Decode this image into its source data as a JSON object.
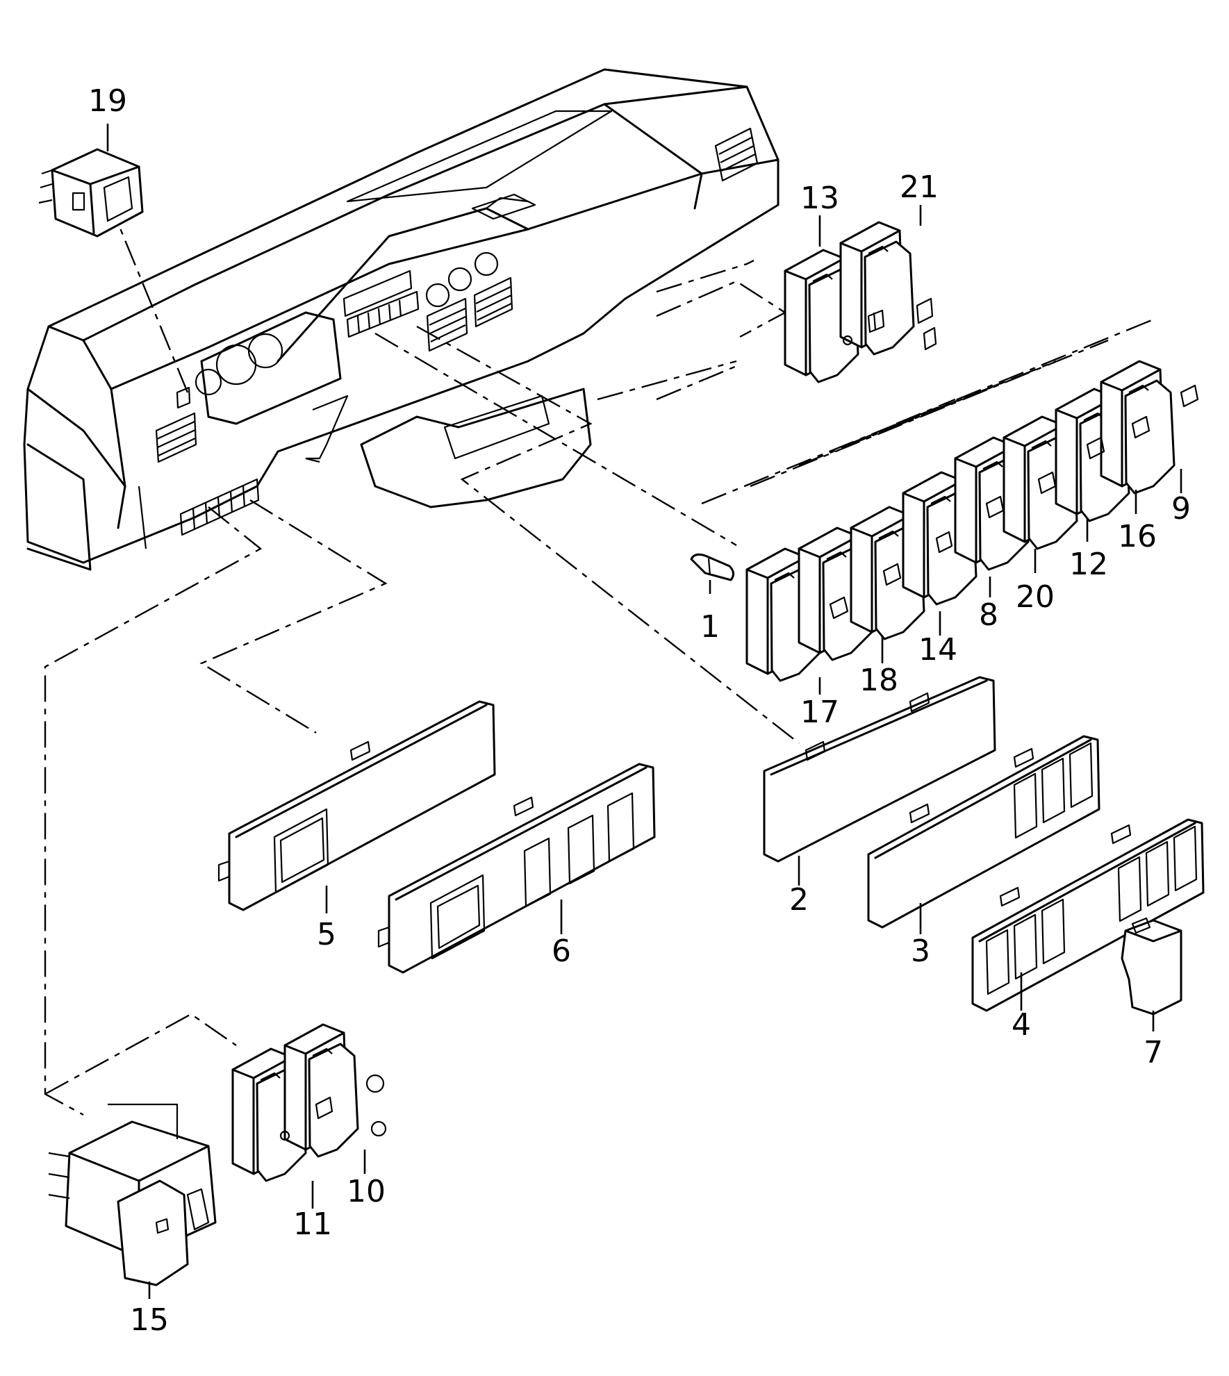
{
  "figure": {
    "callouts": [
      {
        "id": "c19",
        "label": "19"
      },
      {
        "id": "c13",
        "label": "13"
      },
      {
        "id": "c21",
        "label": "21"
      },
      {
        "id": "c1",
        "label": "1"
      },
      {
        "id": "c17",
        "label": "17"
      },
      {
        "id": "c18",
        "label": "18"
      },
      {
        "id": "c14",
        "label": "14"
      },
      {
        "id": "c8",
        "label": "8"
      },
      {
        "id": "c20",
        "label": "20"
      },
      {
        "id": "c12",
        "label": "12"
      },
      {
        "id": "c16",
        "label": "16"
      },
      {
        "id": "c9",
        "label": "9"
      },
      {
        "id": "c5",
        "label": "5"
      },
      {
        "id": "c6",
        "label": "6"
      },
      {
        "id": "c2",
        "label": "2"
      },
      {
        "id": "c3",
        "label": "3"
      },
      {
        "id": "c4",
        "label": "4"
      },
      {
        "id": "c7",
        "label": "7"
      },
      {
        "id": "c15",
        "label": "15"
      },
      {
        "id": "c11",
        "label": "11"
      },
      {
        "id": "c10",
        "label": "10"
      }
    ]
  }
}
